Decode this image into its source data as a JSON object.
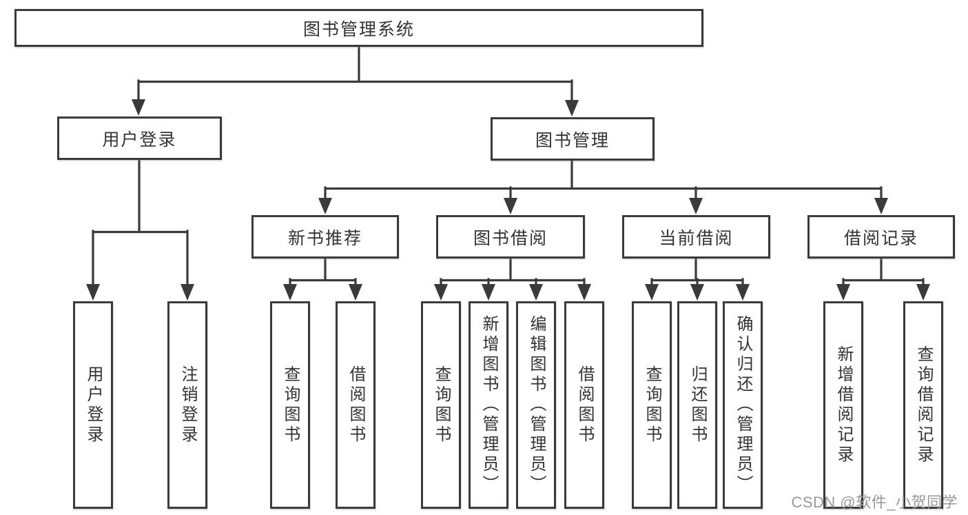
{
  "diagram_title": "图书管理系统",
  "tree": {
    "root": {
      "label": "图书管理系统"
    },
    "level2": [
      {
        "label": "用户登录",
        "children": [
          "用户登录",
          "注销登录"
        ]
      },
      {
        "label": "图书管理",
        "sections": [
          {
            "label": "新书推荐",
            "children": [
              "查询图书",
              "借阅图书"
            ]
          },
          {
            "label": "图书借阅",
            "children": [
              "查询图书",
              "新增图书（管理员）",
              "编辑图书（管理员）",
              "借阅图书"
            ]
          },
          {
            "label": "当前借阅",
            "children": [
              "查询图书",
              "归还图书",
              "确认归还（管理员）"
            ]
          },
          {
            "label": "借阅记录",
            "children": [
              "新增借阅记录",
              "查询借阅记录"
            ]
          }
        ]
      }
    ]
  },
  "watermark": "CSDN @软件_小贺同学",
  "colors": {
    "line": "#3a3a3a",
    "text": "#333333",
    "box_background": "#ffffff",
    "page_background": "#ffffff",
    "watermark": "#979797"
  }
}
